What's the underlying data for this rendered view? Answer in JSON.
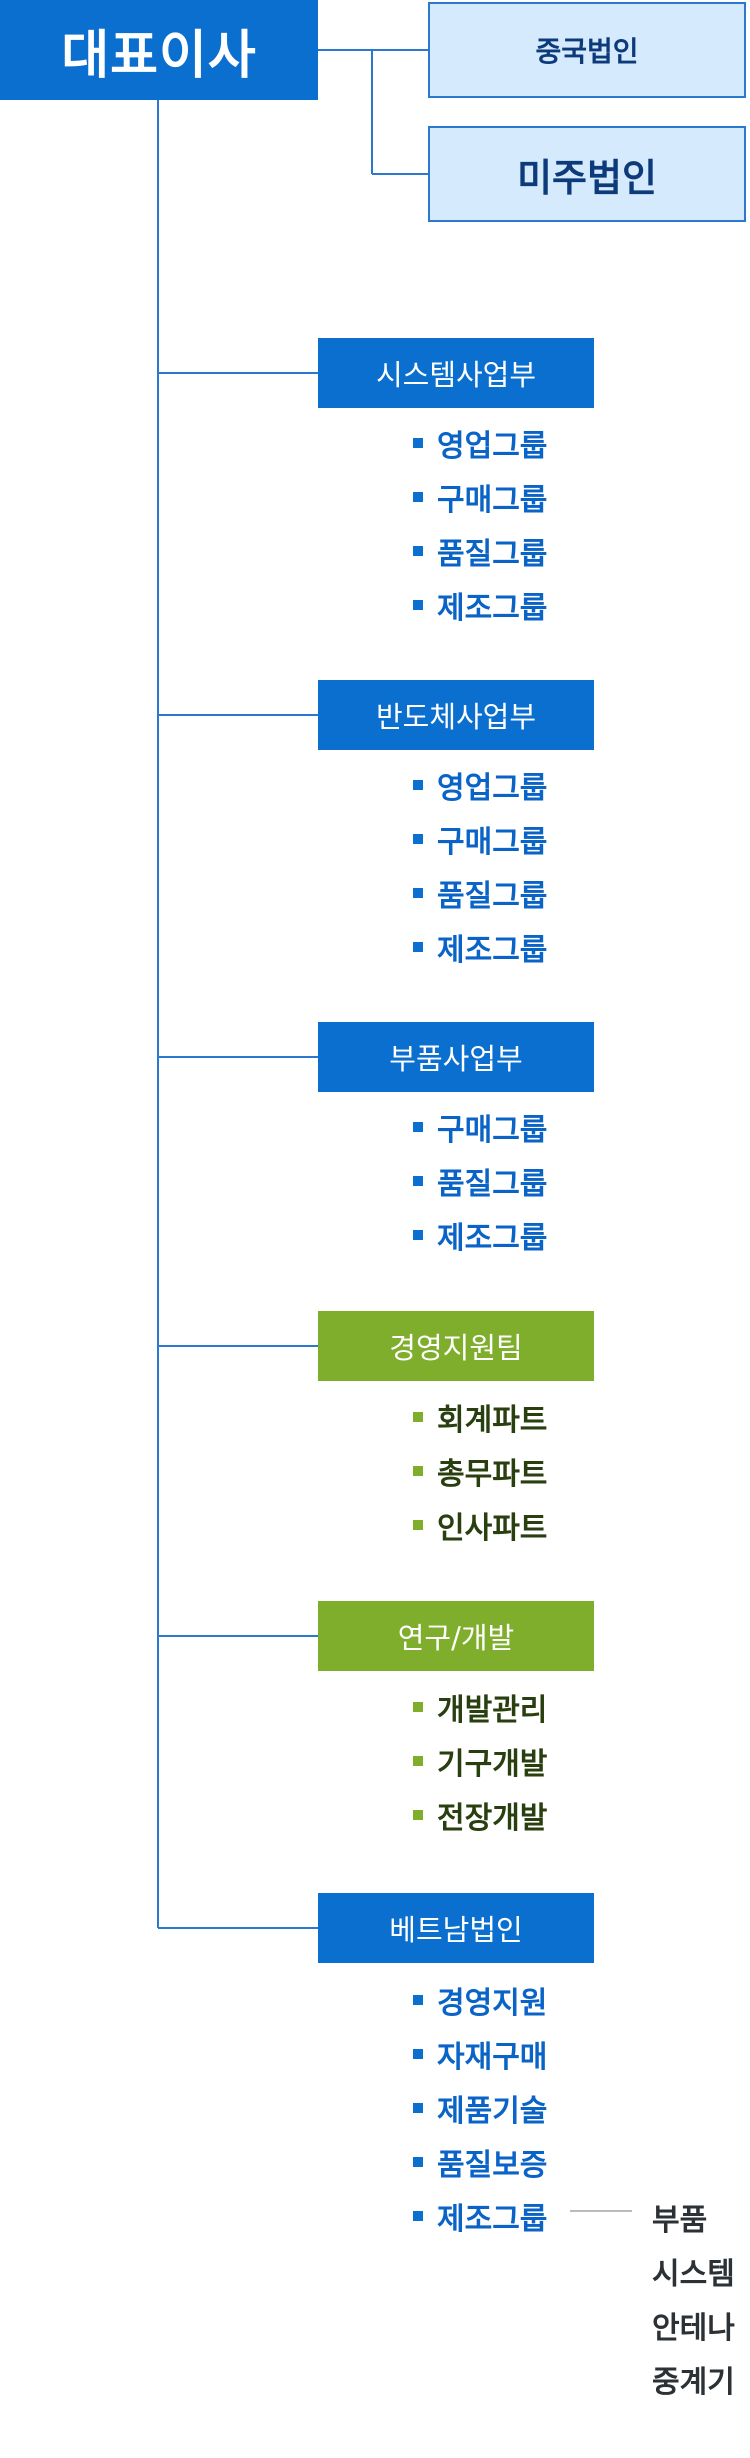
{
  "ceo": {
    "label": "대표이사"
  },
  "subsidiaries": [
    {
      "label": "중국법인"
    },
    {
      "label": "미주법인"
    }
  ],
  "departments": [
    {
      "label": "시스템사업부",
      "color": "blue",
      "items": [
        "영업그룹",
        "구매그룹",
        "품질그룹",
        "제조그룹"
      ]
    },
    {
      "label": "반도체사업부",
      "color": "blue",
      "items": [
        "영업그룹",
        "구매그룹",
        "품질그룹",
        "제조그룹"
      ]
    },
    {
      "label": "부품사업부",
      "color": "blue",
      "items": [
        "구매그룹",
        "품질그룹",
        "제조그룹"
      ]
    },
    {
      "label": "경영지원팀",
      "color": "green",
      "items": [
        "회계파트",
        "총무파트",
        "인사파트"
      ]
    },
    {
      "label": "연구/개발",
      "color": "green",
      "items": [
        "개발관리",
        "기구개발",
        "전장개발"
      ]
    },
    {
      "label": "베트남법인",
      "color": "blue",
      "items": [
        "경영지원",
        "자재구매",
        "제품기술",
        "품질보증",
        "제조그룹"
      ]
    }
  ],
  "vietnam_manufacturing_products": [
    "부품",
    "시스템",
    "안테나",
    "중계기"
  ],
  "colors": {
    "primary_blue": "#0a6fcf",
    "light_blue": "#d6eafd",
    "green": "#7fae2d",
    "line": "#2a78cf"
  }
}
